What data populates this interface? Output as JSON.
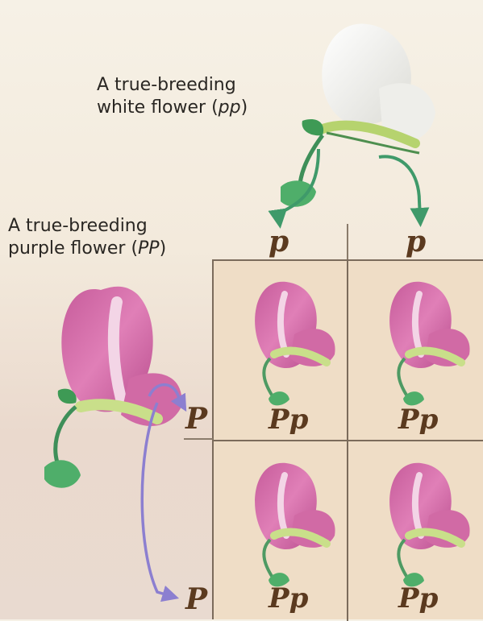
{
  "white_parent": {
    "label_line1": "A true-breeding",
    "label_line2_prefix": "white flower (",
    "genotype": "pp",
    "label_line2_suffix": ")"
  },
  "purple_parent": {
    "label_line1": "A true-breeding",
    "label_line2_prefix": "purple flower (",
    "genotype": "PP",
    "label_line2_suffix": ")"
  },
  "punnett": {
    "column_alleles": [
      "p",
      "p"
    ],
    "row_alleles": [
      "P",
      "P"
    ],
    "cells": [
      "Pp",
      "Pp",
      "Pp",
      "Pp"
    ]
  },
  "colors": {
    "white_petal": "#f2f1ec",
    "purple_petal": "#d86aa8",
    "leaf": "#4fae6a",
    "arrow_white_parent": "#3f9a6a",
    "arrow_purple_parent": "#8c7fd0",
    "allele_text": "#5b3a1f"
  },
  "icons": {
    "white_parent": "white-pea-flower-icon",
    "purple_parent": "purple-pea-flower-icon",
    "offspring": "purple-pea-flower-icon"
  }
}
